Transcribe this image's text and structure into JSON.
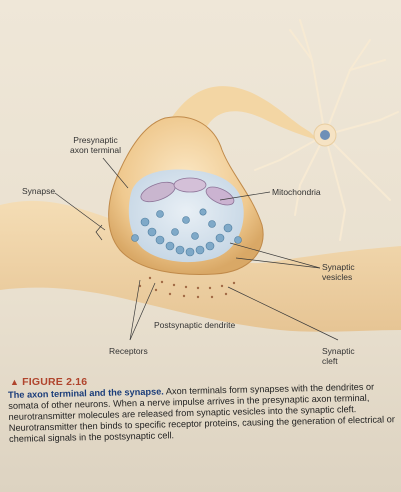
{
  "labels": {
    "presynaptic": [
      "Presynaptic",
      "axon terminal"
    ],
    "synapse": "Synapse",
    "mitochondria": "Mitochondria",
    "synaptic_vesicles": [
      "Synaptic",
      "vesicles"
    ],
    "postsynaptic_dendrite": "Postsynaptic dendrite",
    "receptors": "Receptors",
    "synaptic_cleft": [
      "Synaptic",
      "cleft"
    ]
  },
  "figure_label": "FIGURE 2.16",
  "caption": {
    "title": "The axon terminal and the synapse.",
    "body": "Axon terminals form synapses with the dendrites or somata of other neurons. When a nerve impulse arrives in the presynaptic axon terminal, neurotransmitter molecules are released from synaptic vesicles into the synaptic cleft. Neurotransmitter then binds to specific receptor proteins, causing the generation of electrical or chemical signals in the postsynaptic cell."
  },
  "colors": {
    "figure_label": "#b0442c",
    "caption_title": "#1b3d7a",
    "membrane": "#f3d7a8",
    "vesicle": "#7fa9c8"
  }
}
